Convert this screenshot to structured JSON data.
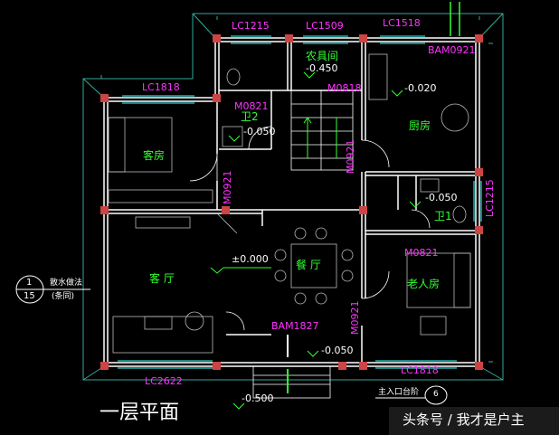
{
  "plan": {
    "title": "一层平面",
    "colors": {
      "wall": "#ffffff",
      "column": "#cc4444",
      "window": "#33ffff",
      "dim_line": "#33aa99",
      "label_magenta": "#ff33ff",
      "label_green": "#33ff33",
      "furniture": "#bbbbbb"
    },
    "window_labels": {
      "lc1215_top": "LC1215",
      "lc1509": "LC1509",
      "lc1518": "LC1518",
      "lc1818_left": "LC1818",
      "lc2622": "LC2622",
      "lc1818_bottom": "LC1818",
      "lc1215_right": "LC1215"
    },
    "door_labels": {
      "bam0921": "BAM0921",
      "m0821_wc2": "M0821",
      "m0818": "M0818",
      "m0921_kitchen": "M0921",
      "m0921_guest": "M0921",
      "m0921_elder": "M0921",
      "m0821_elder": "M0821",
      "bam1827": "BAM1827"
    },
    "rooms": {
      "storage": "农具间",
      "wc2": "卫2",
      "kitchen": "厨房",
      "guest_room": "客房",
      "wc1": "卫1",
      "living": "客 厅",
      "dining": "餐 厅",
      "elder_room": "老人房"
    },
    "levels": {
      "storage": "-0.450",
      "kitchen": "-0.020",
      "wc2": "-0.050",
      "wc1": "-0.050",
      "living": "±0.000",
      "entry": "-0.050",
      "outside": "-0.500"
    },
    "annotations": {
      "detail_num": "1",
      "detail_sheet": "15",
      "detail_text1": "散水做法",
      "detail_text2": "(条同)",
      "entrance_label": "主入口台阶",
      "entrance_ref": "6",
      "watermark": "头条号 / 我才是户主"
    }
  }
}
